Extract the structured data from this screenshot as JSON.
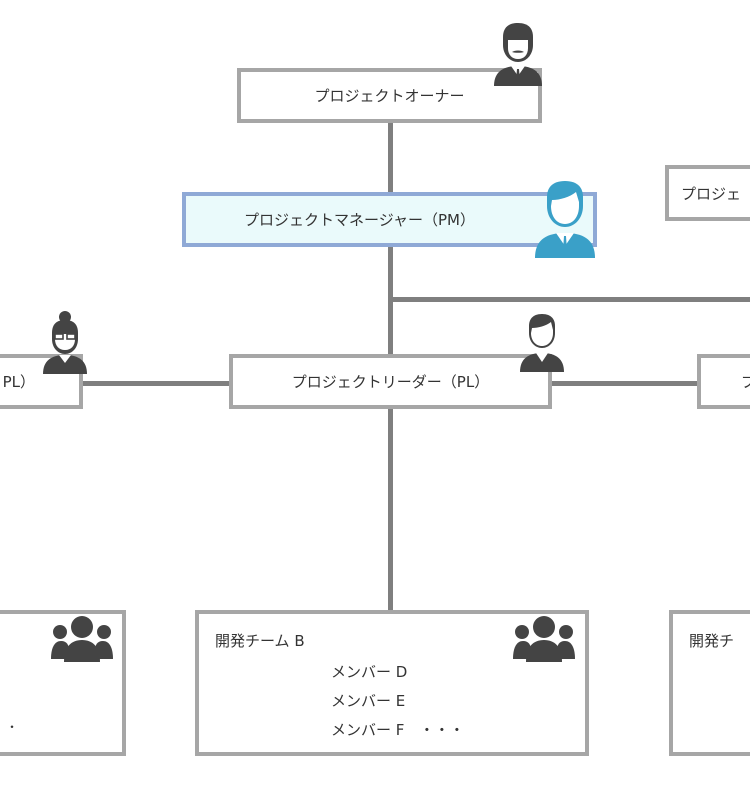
{
  "nodes": {
    "owner": "プロジェクトオーナー",
    "pm": "プロジェクトマネージャー（PM）",
    "right_partial": "プロジェ",
    "pl_center": "プロジェクトリーダー（PL）",
    "pl_left_partial": "PL）",
    "pl_right_partial": "プ"
  },
  "teams": {
    "left_partial": {
      "ellipsis": "・"
    },
    "center": {
      "title": "開発チーム B",
      "members": [
        "メンバー D",
        "メンバー E",
        "メンバー F　・・・"
      ]
    },
    "right_partial": {
      "title": "開発チ"
    }
  },
  "colors": {
    "pm_accent": "#3aa0c8",
    "pm_fill": "#eafafb",
    "pm_border": "#8fa9d6",
    "icon_gray": "#444444",
    "connector": "#7f7f7f"
  },
  "icons": [
    "person-man-mustache-icon",
    "person-man-blue-icon",
    "person-woman-glasses-icon",
    "person-man-icon",
    "group-icon"
  ]
}
